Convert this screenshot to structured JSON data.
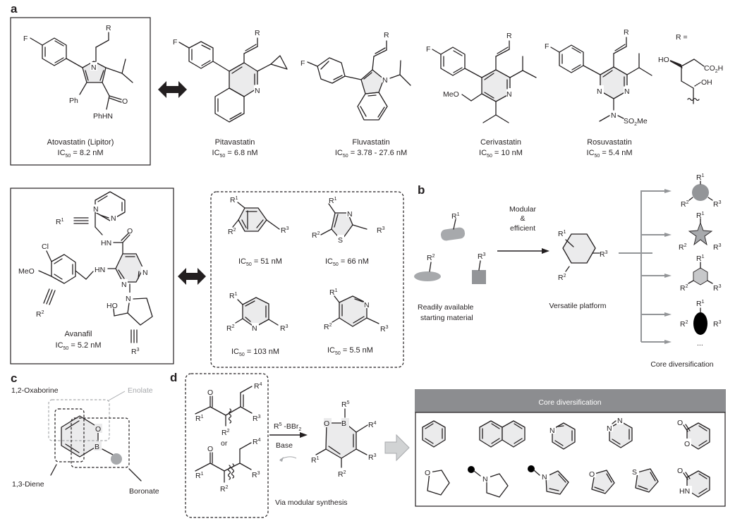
{
  "figure": {
    "panels": {
      "a": "a",
      "b": "b",
      "c": "c",
      "d": "d"
    },
    "panel_a_top": {
      "reference_drug": {
        "name": "Atovastatin (Lipitor)",
        "ic50_label": "IC",
        "ic50_sub": "50",
        "ic50_value": " = 8.2 nM",
        "atoms": {
          "F": "F",
          "N": "N",
          "R": "R",
          "Ph": "Ph",
          "O": "O",
          "PhHN": "PhHN"
        }
      },
      "equivalence_arrow": "double-headed-arrow",
      "analogs": [
        {
          "name": "Pitavastatin",
          "ic50_value": " = 6.8 nM"
        },
        {
          "name": "Fluvastatin",
          "ic50_value": " = 3.78 - 27.6 nM"
        },
        {
          "name": "Cerivastatin",
          "ic50_value": " = 10 nM"
        },
        {
          "name": "Rosuvastatin",
          "ic50_value": " = 5.4 nM"
        }
      ],
      "r_group_definition": {
        "label": "R =",
        "HO": "HO",
        "CO2H": "CO",
        "CO2H_sub": "2",
        "CO2H_tail": "H",
        "OH": "OH"
      },
      "atoms": {
        "F": "F",
        "N": "N",
        "R": "R",
        "MeO": "MeO",
        "SO2Me": "SO",
        "SO2Me_sub": "2",
        "SO2Me_tail": "Me"
      }
    },
    "panel_a_bottom": {
      "reference_drug": {
        "name": "Avanafil",
        "ic50_value": " = 5.2 nM",
        "atoms": {
          "Cl": "Cl",
          "MeO": "MeO",
          "HN": "HN",
          "N": "N",
          "O": "O",
          "HO": "HO"
        }
      },
      "substituent_labels": {
        "R": "R",
        "one": "1",
        "two": "2",
        "three": "3"
      },
      "analogs": [
        {
          "core": "benzene",
          "ic50_value": " = 51 nM"
        },
        {
          "core": "thiazole",
          "ic50_value": " = 66 nM"
        },
        {
          "core": "pyridine-2,6",
          "ic50_value": " = 103 nM"
        },
        {
          "core": "pyridine-3,4",
          "ic50_value": " = 5.5 nM"
        }
      ],
      "atoms": {
        "N": "N",
        "S": "S"
      }
    },
    "panel_b": {
      "starting_material_label_1": "Readily available",
      "starting_material_label_2": "starting material",
      "arrow_label_1": "Modular",
      "arrow_label_2": "&",
      "arrow_label_3": "efficient",
      "platform_label": "Versatile platform",
      "diversification_label": "Core diversification",
      "ellipsis": "...",
      "cores": [
        "circle",
        "star",
        "hexagon",
        "ellipse"
      ]
    },
    "panel_c": {
      "ring_name": "1,2-Oxaborine",
      "enolate": "Enolate",
      "diene": "1,3-Diene",
      "boronate": "Boronate",
      "atoms": {
        "O": "O",
        "B": "B"
      }
    },
    "panel_d": {
      "or_label": "or",
      "reagent": "R",
      "reagent_sup": "5",
      "reagent_tail": " -BBr",
      "reagent_sub": "2",
      "base": "Base",
      "modular_note": "Via modular synthesis",
      "atoms": {
        "O": "O",
        "B": "B"
      },
      "diversification_header": "Core diversification",
      "cores_row1": [
        "benzene",
        "naphthalene",
        "pyridine",
        "pyridazine",
        "2-pyranone"
      ],
      "cores_row2": [
        "tetrahydrofuran",
        "pyrrolidine",
        "pyrrole",
        "furan",
        "thiophene",
        "2-pyridone"
      ],
      "core_atoms": {
        "N": "N",
        "NN": "N",
        "O": "O",
        "S": "S",
        "HN": "HN"
      }
    },
    "ic50": {
      "label": "IC",
      "sub": "50"
    },
    "colors": {
      "ink": "#231f20",
      "ring_fill": "#ebebec",
      "grey": "#939598",
      "light_grey": "#a7a9ac",
      "header": "#8c8d90"
    }
  }
}
